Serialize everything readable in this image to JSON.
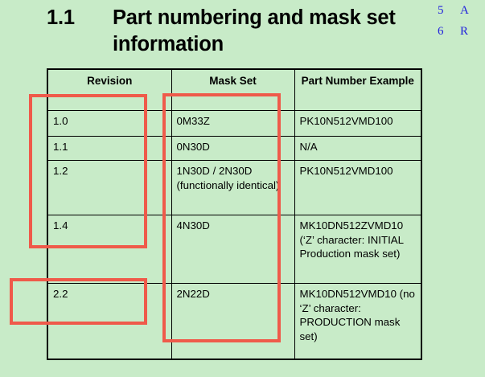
{
  "page": {
    "background_color": "#c8ebc8",
    "text_color": "#000000"
  },
  "heading": {
    "number": "1.1",
    "title": "Part numbering and mask set information"
  },
  "toc": {
    "entries": [
      {
        "number": "5",
        "label": "A"
      },
      {
        "number": "6",
        "label": "R"
      }
    ],
    "color": "#2222dd"
  },
  "table": {
    "headers": [
      "Revision",
      "Mask Set",
      "Part Number Example"
    ],
    "rows": [
      {
        "revision": "1.0",
        "mask_set": "0M33Z",
        "part_number_example": "PK10N512VMD100"
      },
      {
        "revision": "1.1",
        "mask_set": "0N30D",
        "part_number_example": "N/A"
      },
      {
        "revision": "1.2",
        "mask_set": "1N30D / 2N30D (functionally identical)",
        "part_number_example": "PK10N512VMD100"
      },
      {
        "revision": "1.4",
        "mask_set": "4N30D",
        "part_number_example": "MK10DN512ZVMD10 (‘Z’ character: INITIAL Production mask set)"
      },
      {
        "revision": "2.2",
        "mask_set": "2N22D",
        "part_number_example": "MK10DN512VMD10 (no ‘Z’ character: PRODUCTION mask set)"
      }
    ]
  },
  "annotations": {
    "color": "#ef5a4a",
    "boxes": [
      {
        "name": "revision-group-1",
        "covers": "Revision 1.0 through 1.4"
      },
      {
        "name": "revision-group-2",
        "covers": "Revision 2.2"
      },
      {
        "name": "mask-set-column",
        "covers": "Mask Set column"
      }
    ]
  }
}
